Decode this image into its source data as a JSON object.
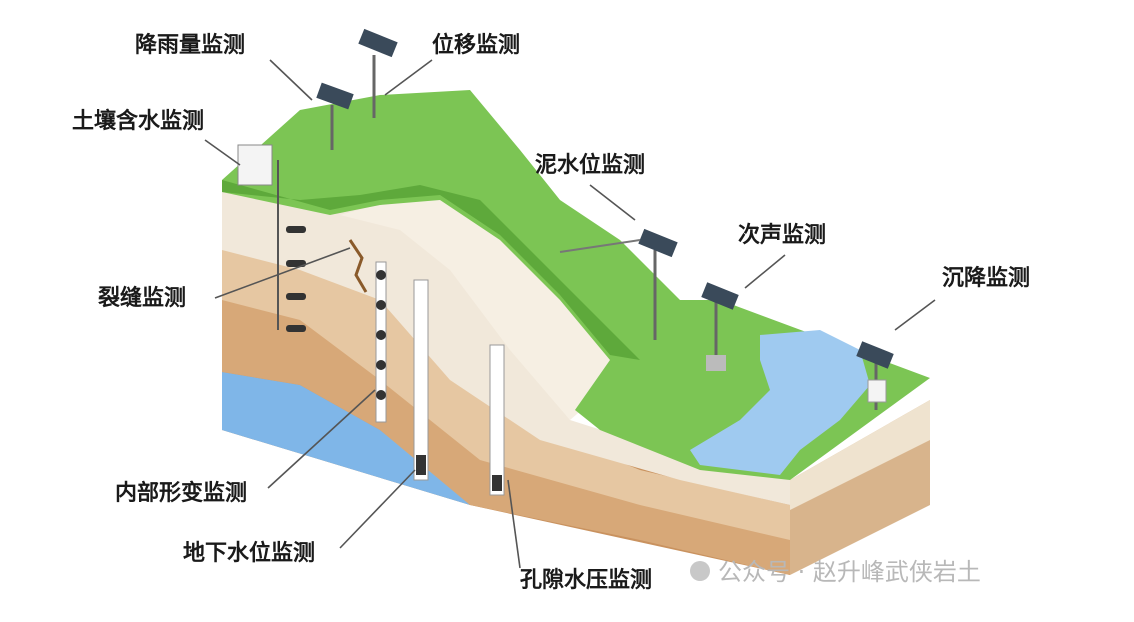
{
  "labels": {
    "rainfall": "降雨量监测",
    "displacement": "位移监测",
    "soil_moisture": "土壤含水监测",
    "mud_level": "泥水位监测",
    "infrasound": "次声监测",
    "settlement": "沉降监测",
    "crack": "裂缝监测",
    "internal_deformation": "内部形变监测",
    "groundwater": "地下水位监测",
    "pore_pressure": "孔隙水压监测"
  },
  "watermark": {
    "text": "公众号 · 赵升峰武侠岩土"
  },
  "colors": {
    "grass": "#7cc554",
    "grass_dark": "#5ea93b",
    "soil_cream": "#efe6d6",
    "soil_tan": "#d9b98f",
    "soil_brown": "#c08a5a",
    "water": "#7fb6e8",
    "river": "#9fcaf0"
  }
}
